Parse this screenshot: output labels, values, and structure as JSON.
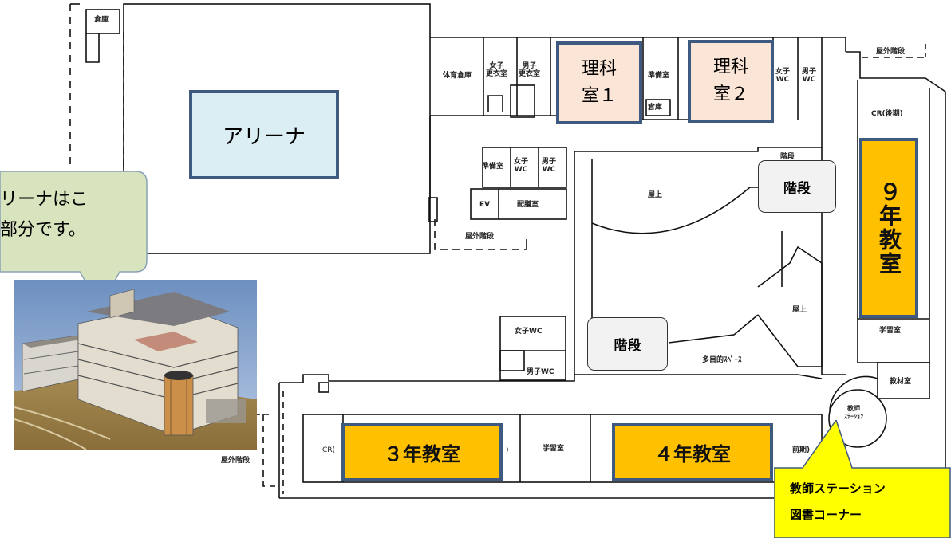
{
  "arena": {
    "label": "アリーナ"
  },
  "science_rooms": [
    {
      "label": "理科\n室１"
    },
    {
      "label": "理科\n室２"
    }
  ],
  "classrooms": {
    "grade3": "３年教室",
    "grade4": "４年教室",
    "grade9": "９年教室"
  },
  "stairs": {
    "upper": "階段",
    "lower": "階段"
  },
  "callout_arena": {
    "line1": "リーナはこ",
    "line2": "部分です。"
  },
  "callout_station": {
    "line1": "教師ステーション",
    "line2": "図書コーナー"
  },
  "plan_labels": {
    "storage_room": "倉庫",
    "sports_storage": "体育倉庫",
    "girls_changing": "女子\n更衣室",
    "boys_changing": "男子\n更衣室",
    "prep_room": "準備室",
    "store": "倉庫",
    "girls_wc": "女子\nWC",
    "boys_wc": "男子\nWC",
    "outdoor_stairs": "屋外階段",
    "cr_late": "CR(後期)",
    "prep_room_2": "準備室",
    "ev": "EV",
    "distribution": "配膳室",
    "stairs_small": "階段",
    "roof_1": "屋上",
    "roof_2": "屋上",
    "girls_wc_2": "女子WC",
    "boys_wc_2": "男子WC",
    "multipurpose": "多目的ｽﾍﾟｰｽ",
    "study_room": "学習室",
    "study_room_2": "学習室",
    "materials": "教材室",
    "teacher_station": "教師\nｽﾃｰｼｮﾝ",
    "cr_left": "CR(",
    "cr_right": "前期)",
    "paren": ")"
  },
  "colors": {
    "arena_fill": "#dbeef3",
    "science_fill": "#fbe5d6",
    "classroom_fill": "#ffc000",
    "border_blue": "#3f5a80",
    "callout_green": "#d7e4bd",
    "callout_yellow": "#ffff00"
  },
  "icons": [
    "building-photo"
  ]
}
